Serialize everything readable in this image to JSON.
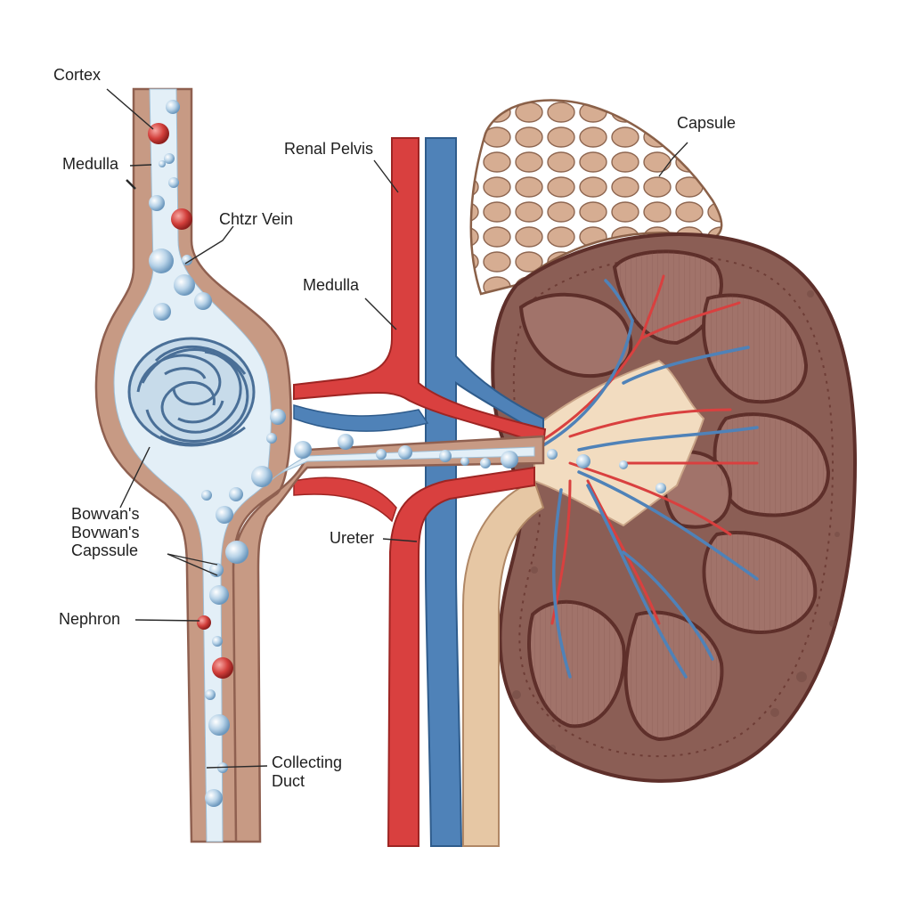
{
  "labels": {
    "cortex": "Cortex",
    "medulla_left": "Medulla",
    "chtzr_vein": "Chtzr Vein",
    "renal_pelvis": "Renal Pelvis",
    "medulla_center": "Medulla",
    "capsule": "Capsule",
    "bowmans_line1": "Bowvan's",
    "bowmans_line2": "Bovwan's",
    "bowmans_line3": "Capssule",
    "ureter": "Ureter",
    "nephron": "Nephron",
    "collecting_line1": "Collecting",
    "collecting_line2": "Duct"
  },
  "colors": {
    "artery": "#d9403f",
    "vein": "#4f82b8",
    "tubule_wall": "#c79a84",
    "tubule_lumen": "#e3eff7",
    "kidney_tissue": "#8b5e55",
    "kidney_outline": "#5e2f2a",
    "adrenal": "#c79a7e",
    "pelvis_fill": "#f2dcc0",
    "ureter_tube": "#e6c7a4"
  }
}
